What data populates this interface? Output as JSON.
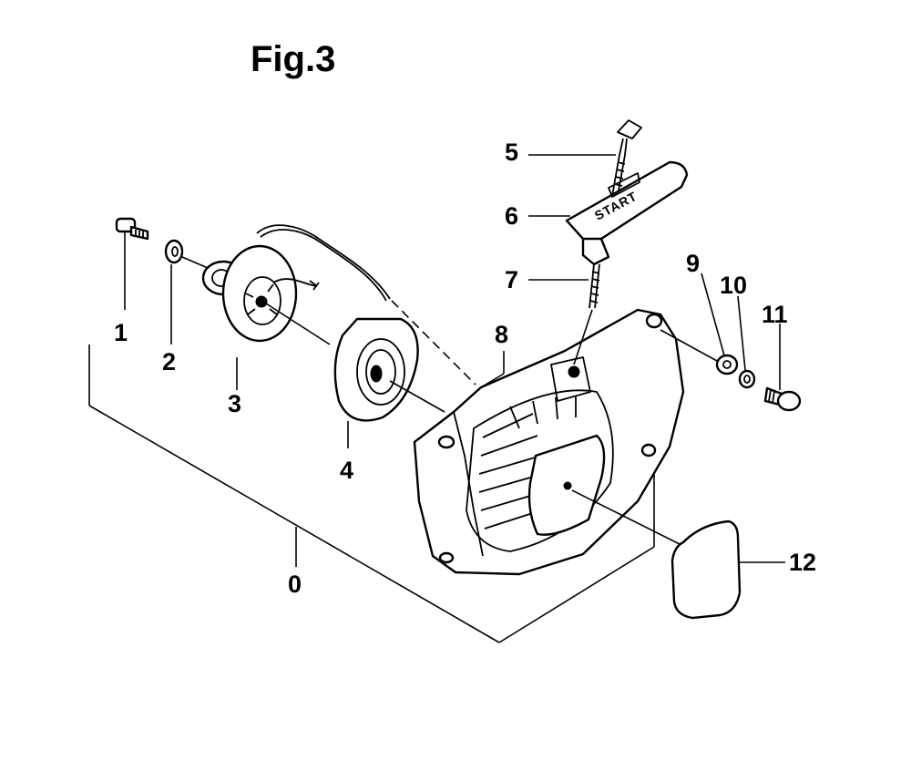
{
  "figure": {
    "title": "Fig.3"
  },
  "labels": {
    "p0": "0",
    "p1": "1",
    "p2": "2",
    "p3": "3",
    "p4": "4",
    "p5": "5",
    "p6": "6",
    "p7": "7",
    "p8": "8",
    "p9": "9",
    "p10": "10",
    "p11": "11",
    "p12": "12"
  },
  "handle_imprint": "START"
}
